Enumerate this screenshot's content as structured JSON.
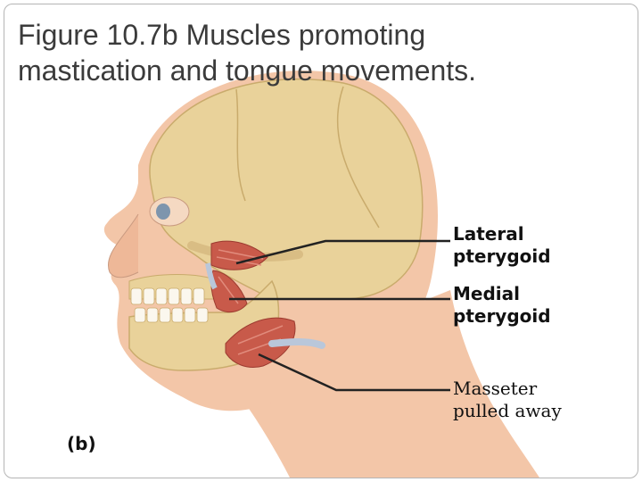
{
  "title": "Figure 10.7b  Muscles promoting\nmastication and tongue movements.",
  "labels": {
    "lateral_pterygoid": "Lateral\npterygoid",
    "medial_pterygoid": "Medial\npterygoid",
    "masseter": "Masseter\npulled away"
  },
  "panel_letter": "(b)",
  "colors": {
    "skin": "#f3c6a8",
    "skull": "#e9d29a",
    "muscle": "#c85a4a",
    "tendon": "#b9c7da",
    "leader": "#222222"
  }
}
